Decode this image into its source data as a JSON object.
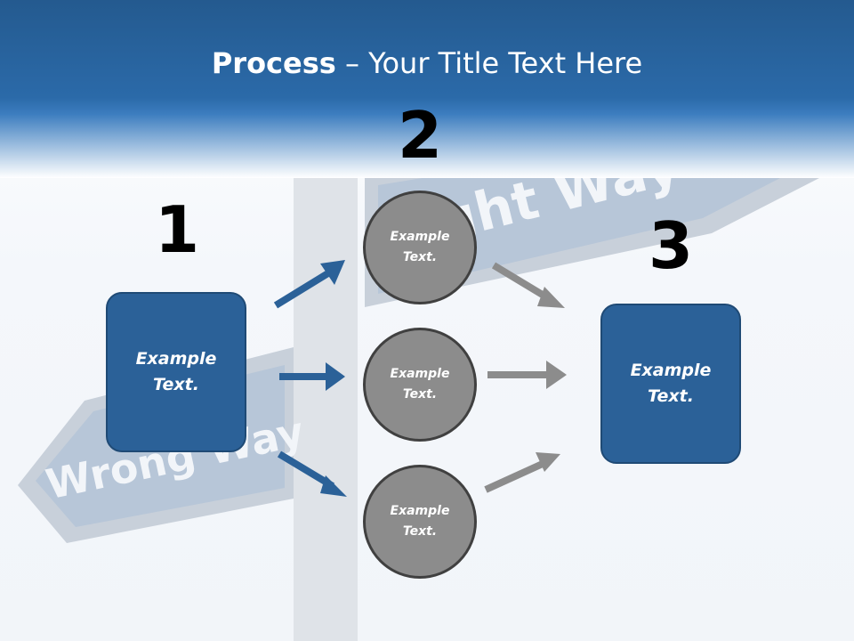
{
  "title": {
    "bold": "Process",
    "rest": " – Your Title Text Here"
  },
  "background": {
    "sign_right": "Right Way",
    "sign_left": "Wrong Way"
  },
  "steps": [
    {
      "number": "1",
      "box_text": "Example\nText."
    },
    {
      "number": "2",
      "circles": [
        "Example\nText.",
        "Example\nText.",
        "Example\nText."
      ]
    },
    {
      "number": "3",
      "box_text": "Example\nText."
    }
  ],
  "colors": {
    "box": "#2b6198",
    "circle": "#8c8c8c",
    "arrow_blue": "#2b6198",
    "arrow_gray": "#8c8c8c",
    "header": "#2b6aa9"
  }
}
